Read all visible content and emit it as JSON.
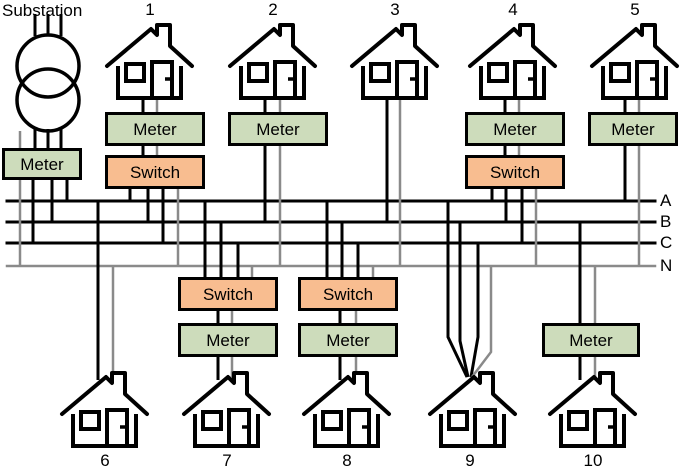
{
  "title": "Substation",
  "labels": {
    "meter": "Meter",
    "switch": "Switch"
  },
  "bus_labels": [
    "A",
    "B",
    "C",
    "N"
  ],
  "colors": {
    "meter_fill": "#cddcbb",
    "switch_fill": "#f8bd90",
    "phase_wire": "#000000",
    "neutral_wire": "#8a8a8a"
  },
  "houses_top": [
    {
      "number": "1",
      "equipment": [
        "Meter",
        "Switch"
      ]
    },
    {
      "number": "2",
      "equipment": [
        "Meter"
      ]
    },
    {
      "number": "3",
      "equipment": []
    },
    {
      "number": "4",
      "equipment": [
        "Meter",
        "Switch"
      ]
    },
    {
      "number": "5",
      "equipment": [
        "Meter"
      ]
    }
  ],
  "houses_bottom": [
    {
      "number": "6",
      "equipment": []
    },
    {
      "number": "7",
      "equipment": [
        "Switch",
        "Meter"
      ]
    },
    {
      "number": "8",
      "equipment": [
        "Switch",
        "Meter"
      ]
    },
    {
      "number": "9",
      "equipment": []
    },
    {
      "number": "10",
      "equipment": [
        "Meter"
      ]
    }
  ],
  "substation": {
    "equipment": [
      "Meter"
    ]
  }
}
